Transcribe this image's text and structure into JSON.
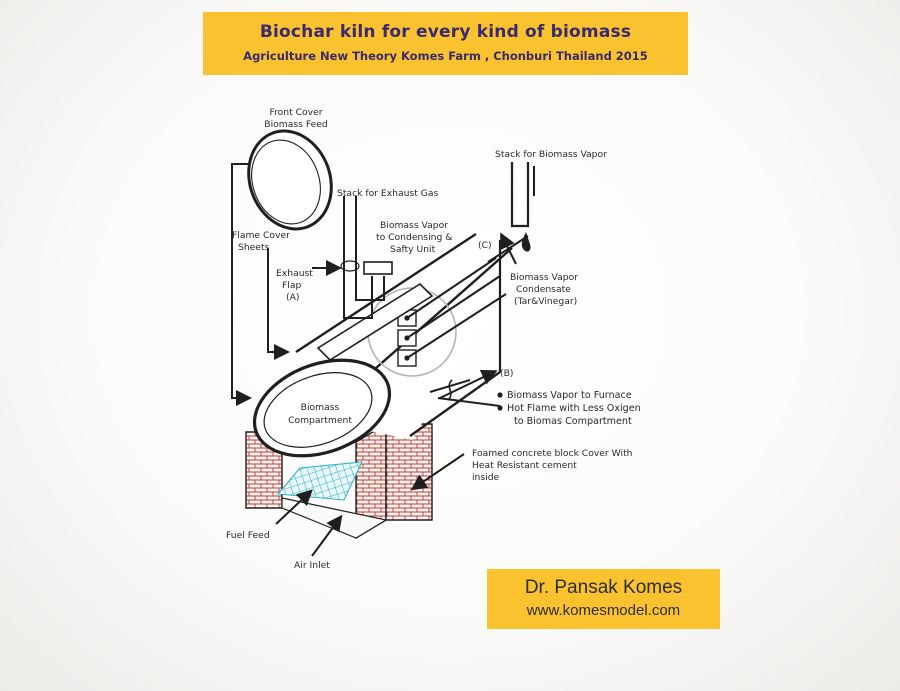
{
  "header": {
    "title": "Biochar kiln for every kind of biomass",
    "subtitle": "Agriculture New Theory Komes Farm , Chonburi Thailand 2015"
  },
  "footer": {
    "author": "Dr. Pansak Komes",
    "website": "www.komesmodel.com"
  },
  "labels": {
    "front_cover_1": "Front Cover",
    "front_cover_2": "Biomass Feed",
    "stack_exhaust": "Stack for Exhaust Gas",
    "stack_vapor": "Stack for Biomass Vapor",
    "flame_cover_1": "Flame Cover",
    "flame_cover_2": "Sheets",
    "vapor_condensing_1": "Biomass Vapor",
    "vapor_condensing_2": "to Condensing &",
    "vapor_condensing_3": "Safty Unit",
    "marker_c": "(C)",
    "exhaust_flap_1": "Exhaust",
    "exhaust_flap_2": "Flap",
    "exhaust_flap_3": "(A)",
    "condensate_1": "Biomass Vapor",
    "condensate_2": "Condensate",
    "condensate_3": "(Tar&Vinegar)",
    "marker_b": "(B)",
    "furnace_1": "Biomass Vapor to Furnace",
    "furnace_2": "Hot Flame with Less Oxigen",
    "furnace_3": "to Biomas Compartment",
    "compartment_1": "Biomass",
    "compartment_2": "Compartment",
    "foamed_1": "Foamed concrete block Cover With",
    "foamed_2": "Heat Resistant cement",
    "foamed_3": "inside",
    "fuel_feed": "Fuel Feed",
    "air_inlet": "Air Inlet"
  },
  "colors": {
    "banner": "#f9c22e",
    "title_text": "#3a2a6e",
    "brick": "#c0392b",
    "grate": "#2bb0c9",
    "ink": "#1f1f1f"
  }
}
